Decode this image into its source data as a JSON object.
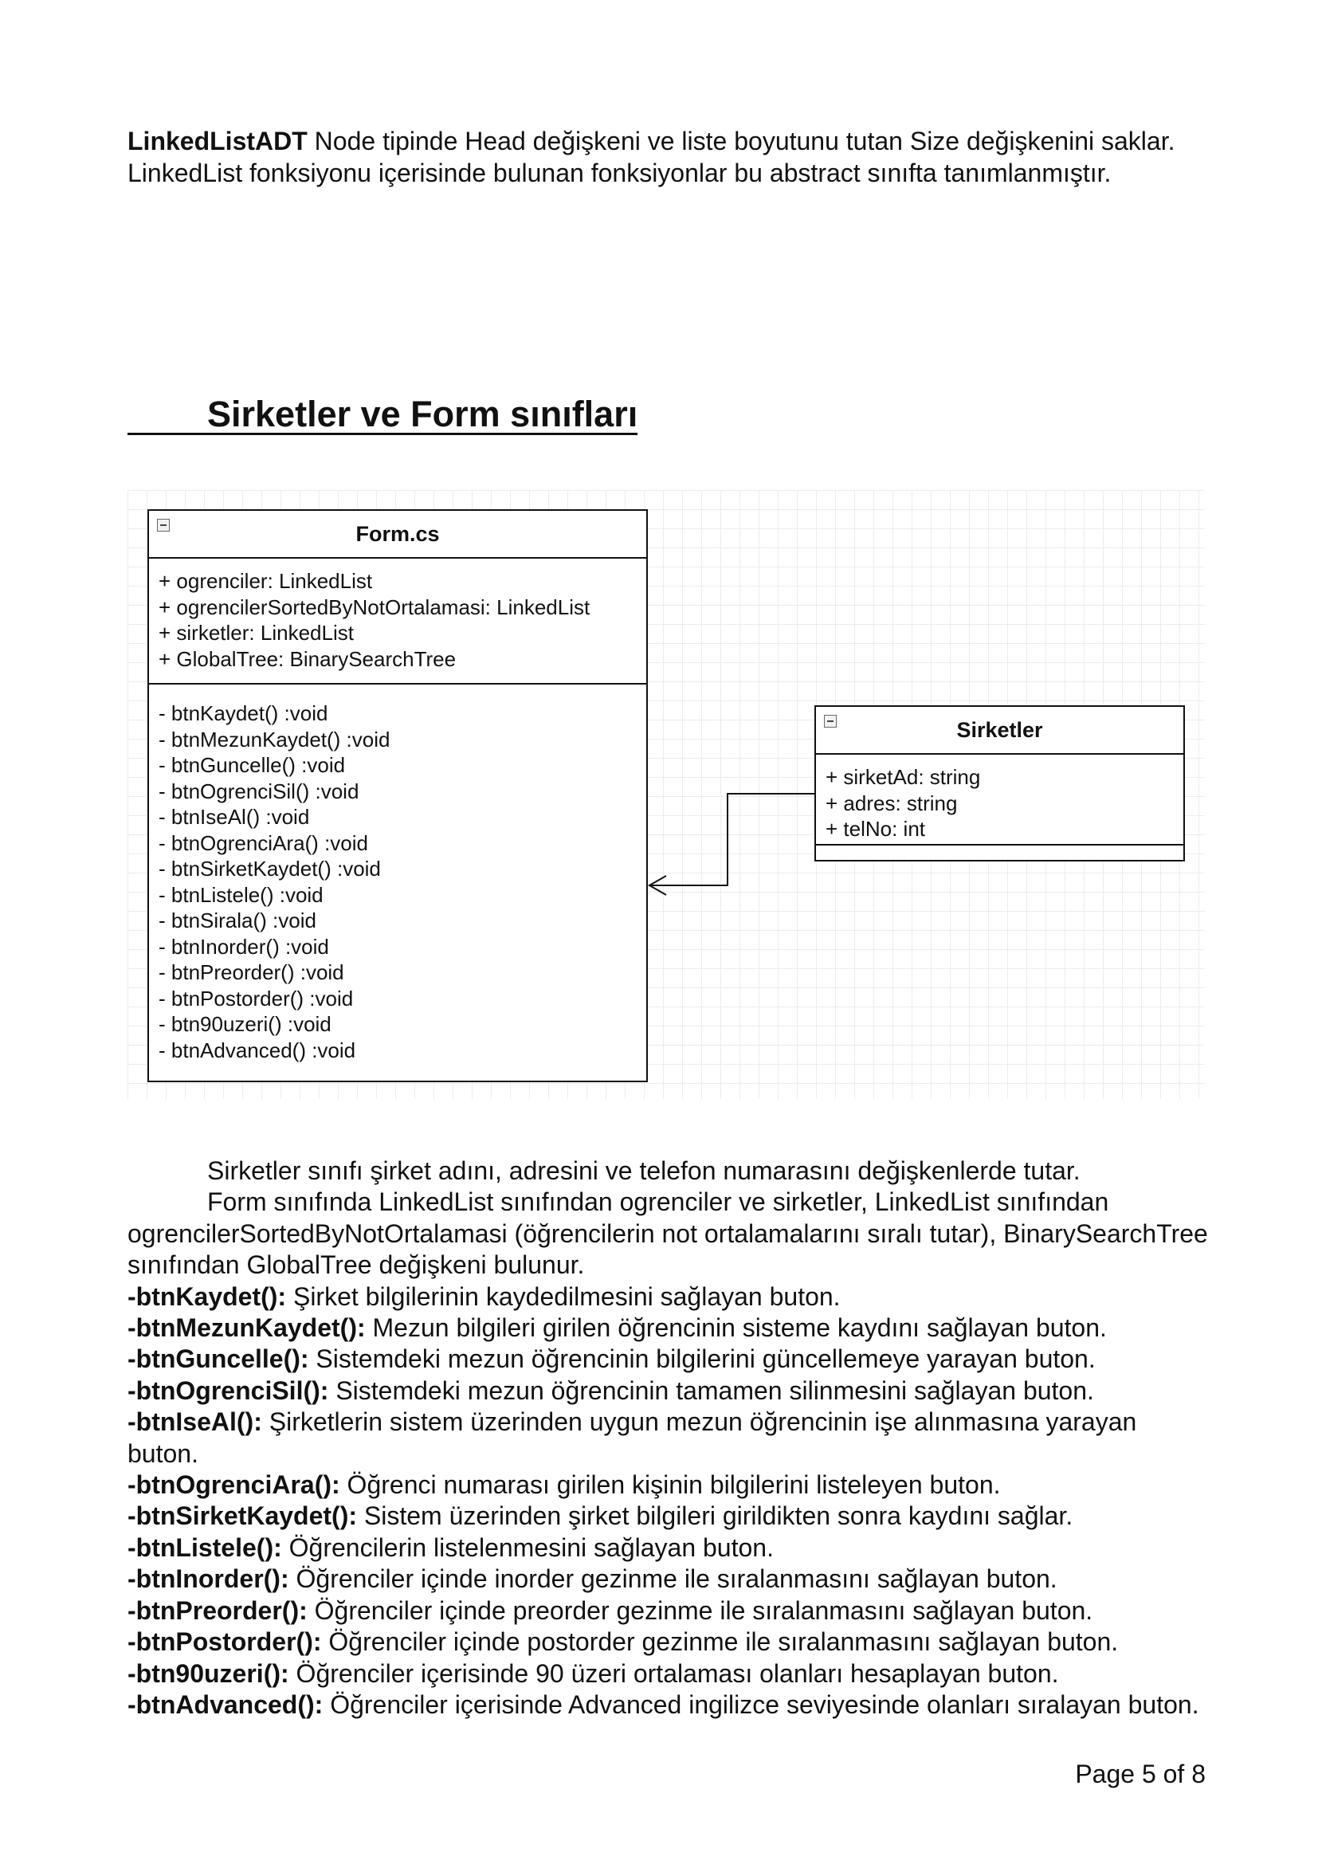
{
  "intro": {
    "term": "LinkedListADT",
    "text": " Node tipinde Head değişkeni ve liste boyutunu tutan Size değişkenini saklar. LinkedList fonksiyonu içerisinde bulunan fonksiyonlar bu abstract sınıfta tanımlanmıştır."
  },
  "section_heading": "Sirketler ve Form sınıfları",
  "diagram": {
    "form_class": {
      "name": "Form.cs",
      "attributes": [
        "+ ogrenciler: LinkedList",
        "+ ogrencilerSortedByNotOrtalamasi: LinkedList",
        "+ sirketler: LinkedList",
        "+ GlobalTree: BinarySearchTree"
      ],
      "methods": [
        "- btnKaydet() :void",
        "- btnMezunKaydet() :void",
        "- btnGuncelle() :void",
        "- btnOgrenciSil() :void",
        "- btnIseAl()  :void",
        "- btnOgrenciAra() :void",
        "- btnSirketKaydet() :void",
        "- btnListele() :void",
        "- btnSirala() :void",
        "- btnInorder() :void",
        "- btnPreorder() :void",
        "- btnPostorder() :void",
        "- btn90uzeri() :void",
        "- btnAdvanced() :void"
      ]
    },
    "sirketler_class": {
      "name": "Sirketler",
      "attributes": [
        "+ sirketAd: string",
        "+ adres: string",
        "+ telNo: int"
      ]
    }
  },
  "paragraphs": [
    "Sirketler sınıfı şirket adını, adresini ve telefon numarasını değişkenlerde tutar.",
    "Form sınıfında LinkedList sınıfından ogrenciler ve sirketler, LinkedList sınıfından ogrencilerSortedByNotOrtalamasi (öğrencilerin not ortalamalarını sıralı tutar), BinarySearchTree sınıfından GlobalTree değişkeni bulunur."
  ],
  "methods": [
    {
      "name": "-btnKaydet():",
      "desc": " Şirket bilgilerinin kaydedilmesini sağlayan buton."
    },
    {
      "name": "-btnMezunKaydet():",
      "desc": " Mezun bilgileri girilen öğrencinin sisteme kaydını sağlayan buton."
    },
    {
      "name": "-btnGuncelle():",
      "desc": " Sistemdeki mezun öğrencinin bilgilerini güncellemeye yarayan buton."
    },
    {
      "name": "-btnOgrenciSil():",
      "desc": " Sistemdeki mezun öğrencinin tamamen silinmesini sağlayan buton."
    },
    {
      "name": "-btnIseAl():",
      "desc": " Şirketlerin sistem üzerinden uygun mezun öğrencinin işe alınmasına yarayan buton."
    },
    {
      "name": "-btnOgrenciAra():",
      "desc": " Öğrenci numarası girilen kişinin bilgilerini listeleyen buton."
    },
    {
      "name": "-btnSirketKaydet():",
      "desc": " Sistem üzerinden şirket bilgileri girildikten sonra kaydını sağlar."
    },
    {
      "name": "-btnListele():",
      "desc": " Öğrencilerin listelenmesini sağlayan buton."
    },
    {
      "name": "-btnInorder():",
      "desc": " Öğrenciler içinde inorder gezinme ile sıralanmasını sağlayan buton."
    },
    {
      "name": "-btnPreorder():",
      "desc": " Öğrenciler içinde preorder gezinme ile sıralanmasını sağlayan buton."
    },
    {
      "name": "-btnPostorder():",
      "desc": " Öğrenciler içinde postorder gezinme ile sıralanmasını sağlayan buton."
    },
    {
      "name": "-btn90uzeri():",
      "desc": " Öğrenciler içerisinde 90 üzeri ortalaması olanları hesaplayan buton."
    },
    {
      "name": "-btnAdvanced():",
      "desc": " Öğrenciler içerisinde Advanced ingilizce seviyesinde olanları sıralayan buton."
    }
  ],
  "footer": {
    "page_label": "Page 5 of 8"
  }
}
